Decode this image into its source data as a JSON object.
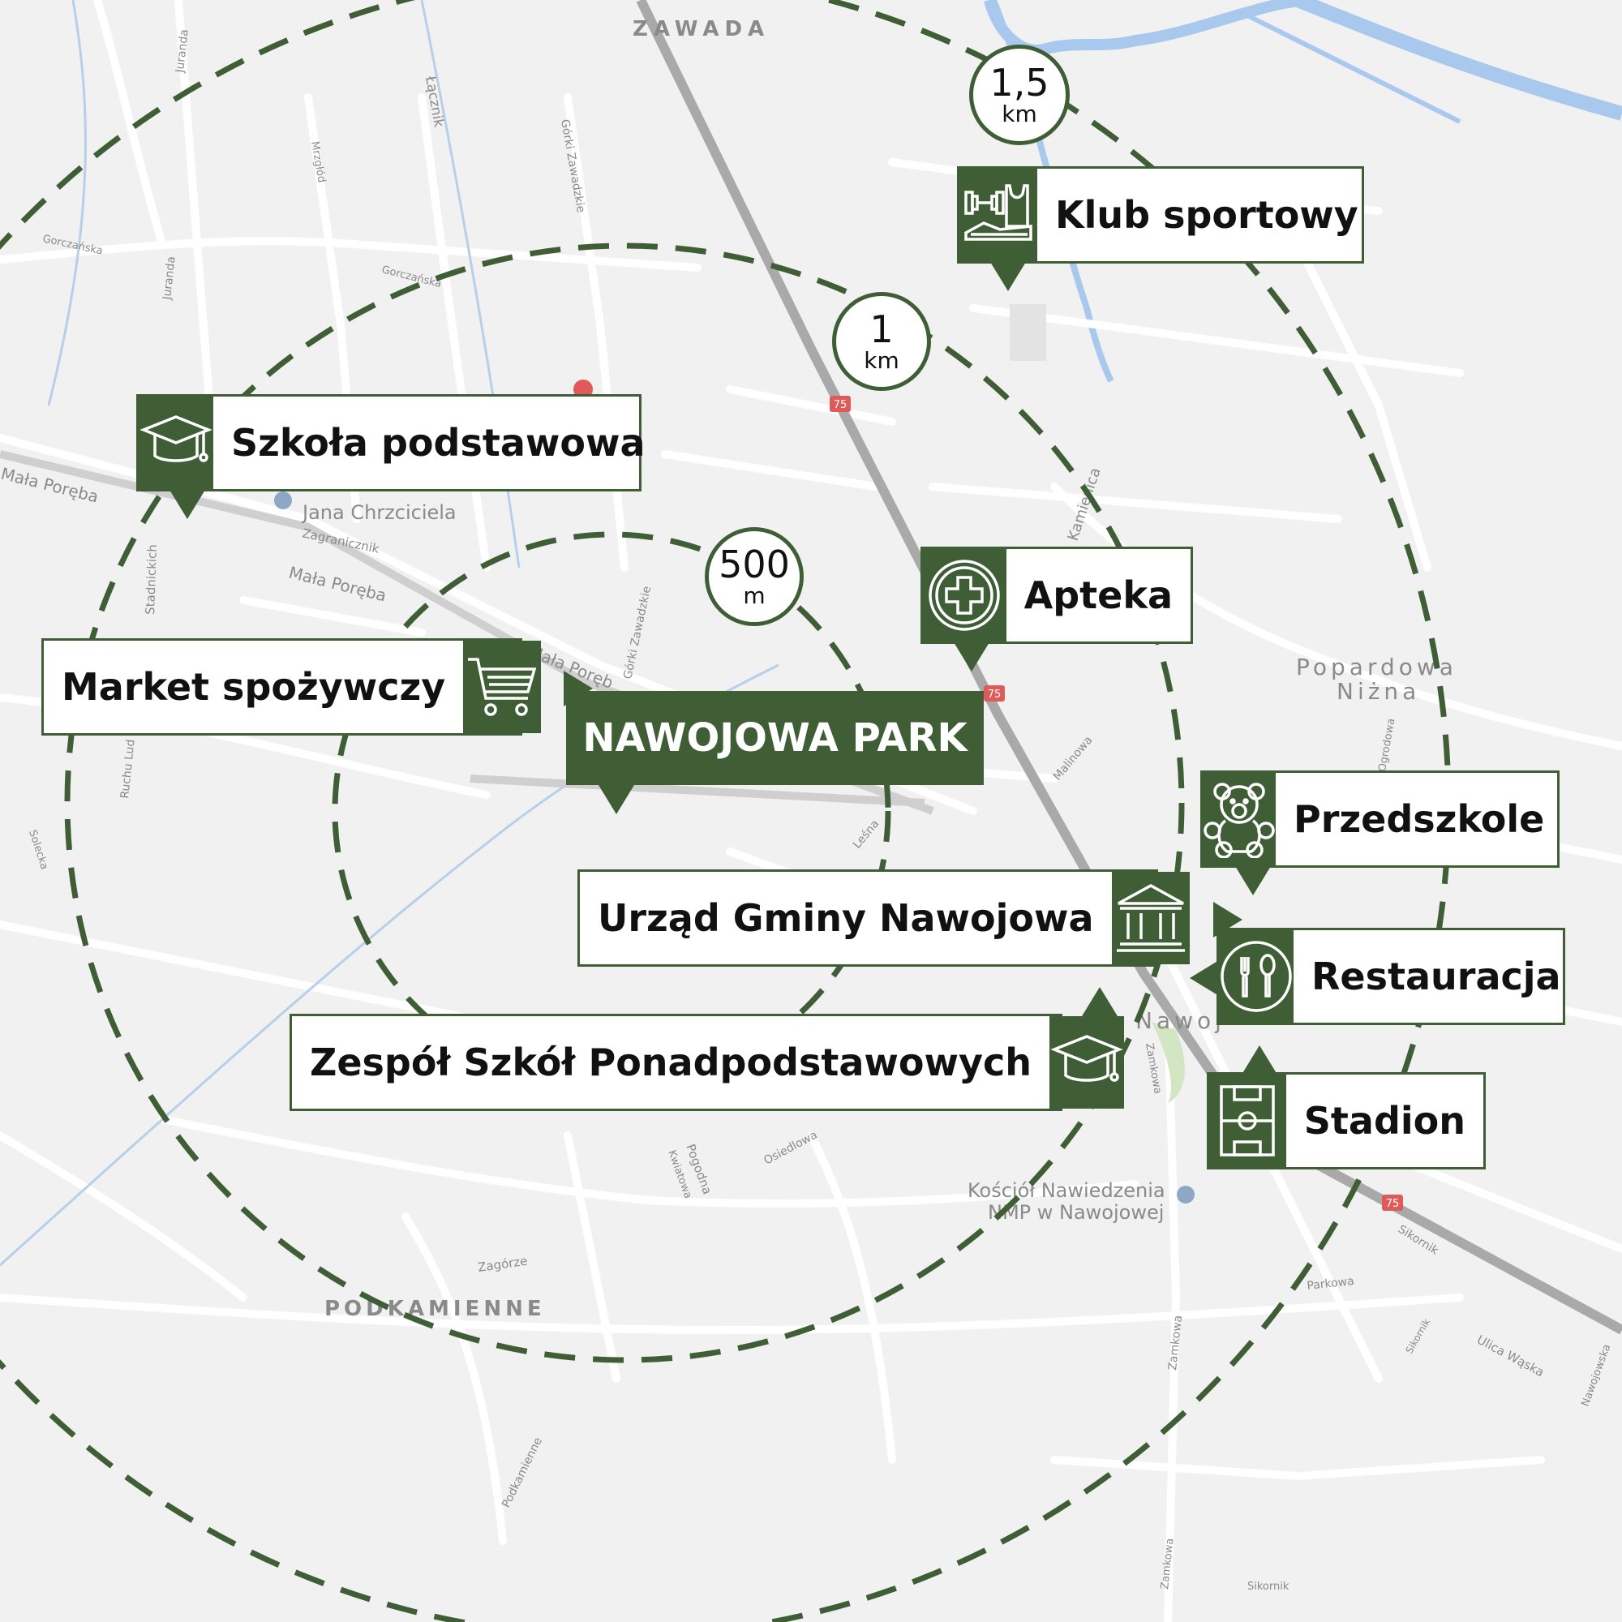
{
  "colors": {
    "accent": "#3f5e36",
    "map_bg": "#f1f1f1",
    "road": "#ffffff",
    "highway": "#a9a9a9",
    "river": "#a8c8ee"
  },
  "map_labels": {
    "zawada": "ZAWADA",
    "podkamienne": "PODKAMIENNE",
    "popardowa_1": "Popardowa",
    "popardowa_2": "Niżna",
    "nawoj": "Nawoj",
    "parafia": "Jana Chrzciciela",
    "kosciol_1": "Kościół Nawiedzenia",
    "kosciol_2": "NMP w Nawojowej",
    "mala_poreba_1": "Mała Poręba",
    "mala_poreba_2": "Mała Poręba",
    "mala_poreba_3": "Mała Poręb",
    "zagranicznik": "Zagranicznik",
    "stadnickich": "Stadnickich",
    "gorczanska_1": "Gorczańska",
    "gorczanska_2": "Gorczańska",
    "juranda_1": "Juranda",
    "juranda_2": "Juranda",
    "lacznik": "Łącznik",
    "mrzglod": "Mrzgłód",
    "gorki_zawadzkie_1": "Górki Zawadzkie",
    "gorki_zawadzkie_2": "Górki Zawadzkie",
    "kamienica": "Kamienica",
    "malinowa": "Malinowa",
    "ogrodowa": "Ogrodowa",
    "lesna": "Leśna",
    "osiedlowa": "Osiedlowa",
    "pogodna": "Pogodna",
    "kwiatowa": "Kwiatowa",
    "zagorze": "Zagórze",
    "podkamienne_st": "Podkamienne",
    "zamkowa_1": "Zamkowa",
    "zamkowa_2": "Zamkowa",
    "zamkowa_3": "Zamkowa",
    "sikornik_1": "Sikornik",
    "sikornik_2": "Sikornik",
    "sikornik_3": "Sikornik",
    "parkowa": "Parkowa",
    "ulica_waska": "Ulica Wąska",
    "nawojowska": "Nawojowska",
    "ruchu_lud": "Ruchu Lud",
    "solecka": "Solecka",
    "road_75": "75"
  },
  "rings": [
    {
      "value": "500",
      "unit": "m"
    },
    {
      "value": "1",
      "unit": "km"
    },
    {
      "value": "1,5",
      "unit": "km"
    }
  ],
  "center": {
    "label": "NAWOJOWA PARK"
  },
  "pois": {
    "klub": {
      "label": "Klub sportowy",
      "icon": "gym-icon"
    },
    "szkola": {
      "label": "Szkoła podstawowa",
      "icon": "graduation-cap-icon"
    },
    "apteka": {
      "label": "Apteka",
      "icon": "pharmacy-cross-icon"
    },
    "market": {
      "label": "Market spożywczy",
      "icon": "shopping-cart-icon"
    },
    "przedszkole": {
      "label": "Przedszkole",
      "icon": "teddy-bear-icon"
    },
    "urzad": {
      "label": "Urząd Gminy Nawojowa",
      "icon": "government-building-icon"
    },
    "restauracja": {
      "label": "Restauracja",
      "icon": "fork-spoon-icon"
    },
    "zespol": {
      "label": "Zespół Szkół Ponadpodstawowych",
      "icon": "graduation-cap-icon"
    },
    "stadion": {
      "label": "Stadion",
      "icon": "football-pitch-icon"
    }
  }
}
